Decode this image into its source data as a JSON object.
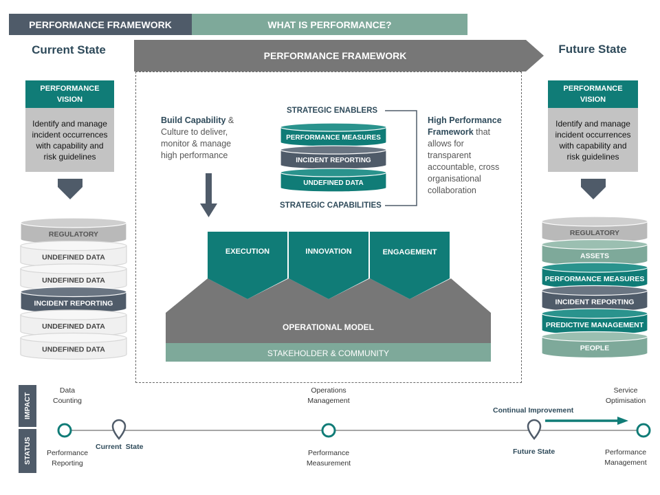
{
  "tabs": {
    "left": {
      "label": "PERFORMANCE FRAMEWORK",
      "color": "#4f5b69"
    },
    "right": {
      "label": "WHAT IS PERFORMANCE?",
      "color": "#7ea99a"
    }
  },
  "banner": {
    "label": "PERFORMANCE FRAMEWORK",
    "color": "#777777"
  },
  "current": {
    "title": "Current State",
    "vision_head": "PERFORMANCE\nVISION",
    "vision_body": "Identify and manage incident occurrences with capability and risk guidelines",
    "stack": [
      {
        "label": "REGULATORY",
        "style": "grey"
      },
      {
        "label": "UNDEFINED DATA",
        "style": "light"
      },
      {
        "label": "UNDEFINED DATA",
        "style": "light"
      },
      {
        "label": "INCIDENT REPORTING",
        "style": "dark"
      },
      {
        "label": "UNDEFINED DATA",
        "style": "light"
      },
      {
        "label": "UNDEFINED DATA",
        "style": "light"
      }
    ]
  },
  "future": {
    "title": "Future State",
    "vision_head": "PERFORMANCE\nVISION",
    "vision_body": "Identify and manage incident occurrences with capability and risk guidelines",
    "stack": [
      {
        "label": "REGULATORY",
        "style": "grey"
      },
      {
        "label": "ASSETS",
        "style": "sage"
      },
      {
        "label": "PERFORMANCE MEASURES",
        "style": "teal"
      },
      {
        "label": "INCIDENT REPORTING",
        "style": "dark"
      },
      {
        "label": "PREDICTIVE MANAGEMENT",
        "style": "teal"
      },
      {
        "label": "PEOPLE",
        "style": "sage"
      }
    ]
  },
  "framework": {
    "build_bold": "Build Capability",
    "build_rest": " & Culture to deliver, monitor & manage high performance",
    "enablers_label": "STRATEGIC ENABLERS",
    "capabilities_label": "STRATEGIC CAPABILITIES",
    "center_stack": [
      {
        "label": "PERFORMANCE MEASURES",
        "style": "teal"
      },
      {
        "label": "INCIDENT REPORTING",
        "style": "dark"
      },
      {
        "label": "UNDEFINED DATA",
        "style": "teal"
      }
    ],
    "hp_bold": "High Performance Framework",
    "hp_rest": " that allows for transparent accountable, cross organisational collaboration",
    "pillars": [
      "EXECUTION",
      "INNOVATION",
      "ENGAGEMENT"
    ],
    "operational_model": "OPERATIONAL MODEL",
    "stakeholder": "STAKEHOLDER & COMMUNITY"
  },
  "timeline": {
    "impact_label": "IMPACT",
    "status_label": "STATUS",
    "impact_items": [
      "Data\nCounting",
      "Operations\nManagement",
      "Service\nOptimisation"
    ],
    "status_items": [
      "Performance\nReporting",
      "Performance\nMeasurement",
      "Performance\nManagement"
    ],
    "current_marker": "Current  State",
    "future_marker": "Future State",
    "continual": "Continual  Improvement"
  },
  "colors": {
    "teal": "#107c77",
    "dark_slate": "#4f5b69",
    "sage": "#7ea99a",
    "grey": "#777777"
  }
}
